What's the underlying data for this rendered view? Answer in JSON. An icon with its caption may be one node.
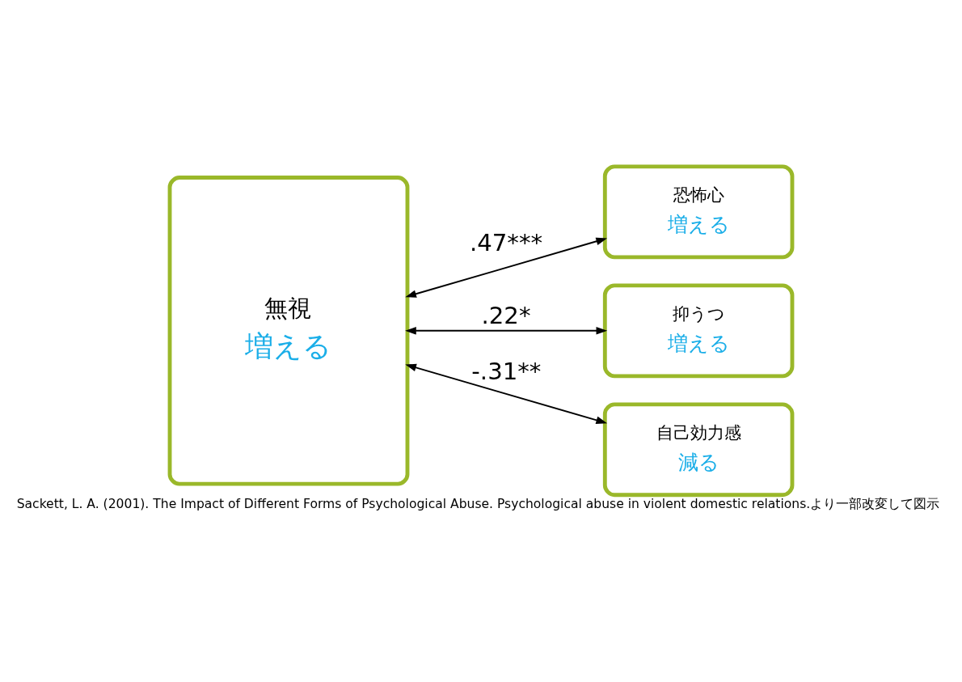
{
  "diagram": {
    "caption": "Sackett, L. A. (2001). The Impact of Different Forms of Psychological Abuse. Psychological abuse in violent domestic relations.より一部改変して図示",
    "nodes": [
      {
        "text": [
          "無視",
          "増える"
        ]
      },
      {
        "text": [
          "恐怖心",
          "増える"
        ]
      },
      {
        "text": [
          "抑うつ",
          "増える"
        ]
      },
      {
        "text": [
          "自己効力感",
          "減る"
        ]
      }
    ],
    "edges": [
      {
        "from": 0,
        "to": 1,
        "arrow": "both",
        "label": ".47***"
      },
      {
        "from": 0,
        "to": 2,
        "arrow": "both",
        "label": ".22*"
      },
      {
        "from": 0,
        "to": 3,
        "arrow": "both",
        "label": "-.31**"
      }
    ]
  }
}
